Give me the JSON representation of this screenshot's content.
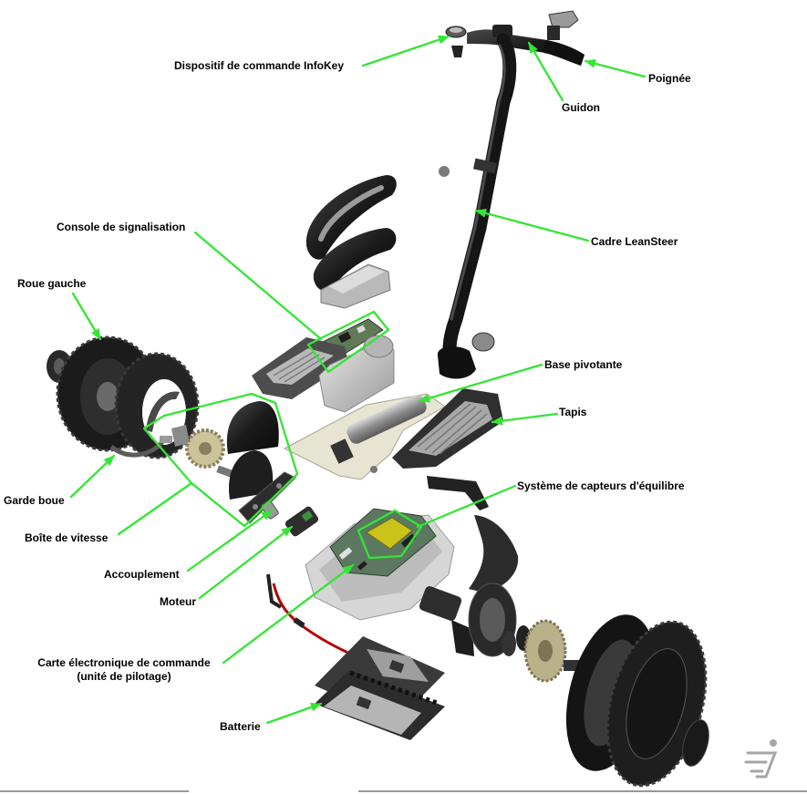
{
  "diagram": {
    "labels": {
      "infokey": "Dispositif de commande InfoKey",
      "poignee": "Poignée",
      "guidon": "Guidon",
      "cadre": "Cadre LeanSteer",
      "console": "Console de signalisation",
      "roue_gauche": "Roue gauche",
      "base_pivotante": "Base pivotante",
      "tapis": "Tapis",
      "capteurs": "Système de capteurs d'équilibre",
      "garde_boue": "Garde boue",
      "boite_vitesse": "Boîte de vitesse",
      "accouplement": "Accouplement",
      "moteur": "Moteur",
      "carte_line1": "Carte électronique de commande",
      "carte_line2": "(unité de pilotage)",
      "batterie": "Batterie"
    },
    "colors": {
      "callout": "#33e633",
      "label_text": "#000000",
      "background": "#ffffff"
    },
    "icons": {
      "logo": "segway-logo-icon"
    }
  }
}
